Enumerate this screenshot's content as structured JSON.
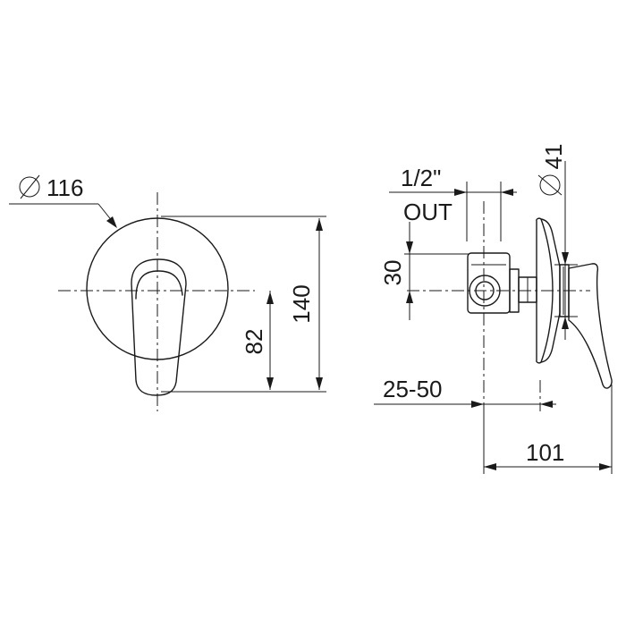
{
  "front_view": {
    "diameter_symbol": "⌀",
    "diameter_value": "116",
    "height_total": "140",
    "height_lever": "82"
  },
  "side_view": {
    "thread_size": "1/2\"",
    "outlet_label": "OUT",
    "outlet_height": "30",
    "diameter_symbol": "⌀",
    "diameter_value": "41",
    "wall_depth_range": "25-50",
    "total_depth": "101"
  }
}
